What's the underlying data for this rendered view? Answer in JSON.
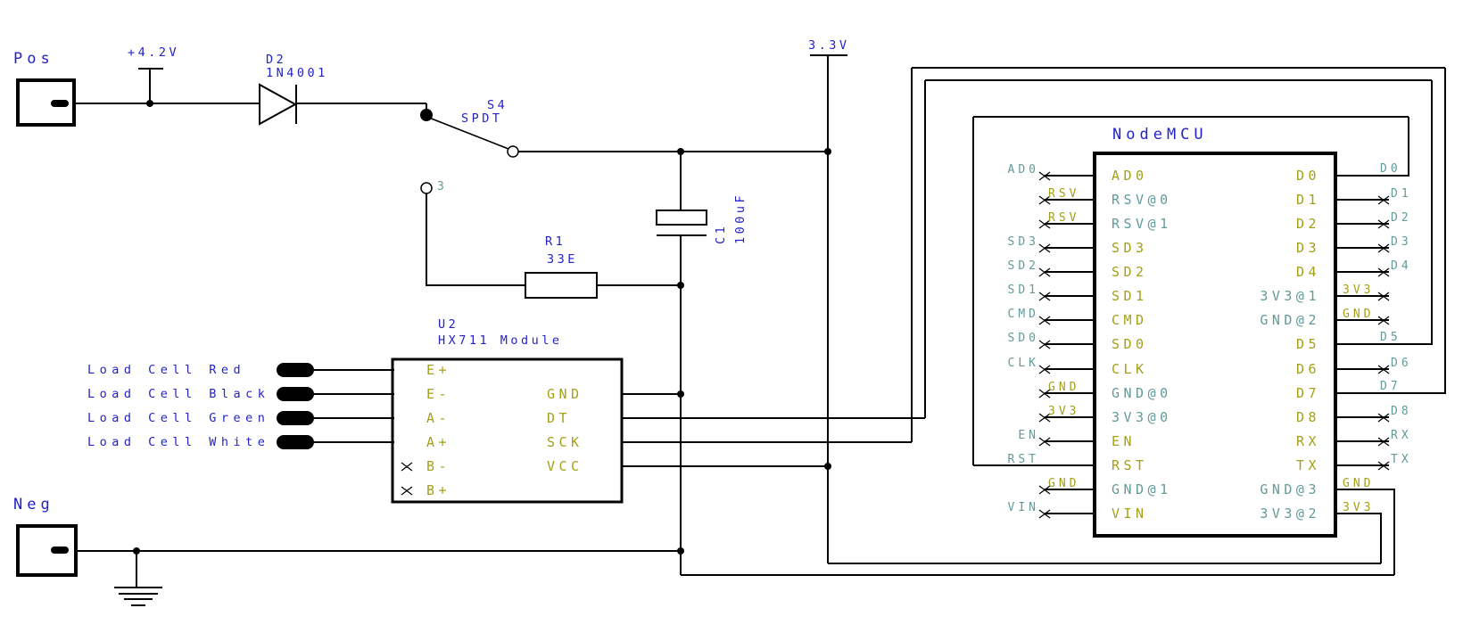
{
  "connectors": {
    "pos": "Pos",
    "neg": "Neg"
  },
  "power": {
    "supply": "+4.2V",
    "rail": "3.3V"
  },
  "components": {
    "d2": {
      "ref": "D2",
      "value": "1N4001"
    },
    "s4": {
      "ref": "S4",
      "value": "SPDT",
      "throw_label": "3"
    },
    "c1": {
      "ref": "C1",
      "value": "100uF"
    },
    "r1": {
      "ref": "R1",
      "value": "33E"
    },
    "u2": {
      "ref": "U2",
      "value": "HX711 Module"
    },
    "nodemcu": {
      "title": "NodeMCU"
    }
  },
  "load_cell_wires": [
    "Load Cell Red",
    "Load Cell Black",
    "Load Cell Green",
    "Load Cell White"
  ],
  "hx711": {
    "left_pins": [
      "E+",
      "E-",
      "A-",
      "A+",
      "B-",
      "B+"
    ],
    "right_pins": [
      "GND",
      "DT",
      "SCK",
      "VCC"
    ]
  },
  "nodemcu": {
    "left_pins": [
      {
        "name": "AD0",
        "net": "AD0",
        "type": "signal",
        "connected": false
      },
      {
        "name": "RSV@0",
        "net": "RSV",
        "type": "special",
        "connected": false
      },
      {
        "name": "RSV@1",
        "net": "RSV",
        "type": "special",
        "connected": false
      },
      {
        "name": "SD3",
        "net": "SD3",
        "type": "signal",
        "connected": false
      },
      {
        "name": "SD2",
        "net": "SD2",
        "type": "signal",
        "connected": false
      },
      {
        "name": "SD1",
        "net": "SD1",
        "type": "signal",
        "connected": false
      },
      {
        "name": "CMD",
        "net": "CMD",
        "type": "signal",
        "connected": false
      },
      {
        "name": "SD0",
        "net": "SD0",
        "type": "signal",
        "connected": false
      },
      {
        "name": "CLK",
        "net": "CLK",
        "type": "signal",
        "connected": false
      },
      {
        "name": "GND@0",
        "net": "GND",
        "type": "special",
        "connected": false
      },
      {
        "name": "3V3@0",
        "net": "3V3",
        "type": "special",
        "connected": false
      },
      {
        "name": "EN",
        "net": "EN",
        "type": "signal",
        "connected": false
      },
      {
        "name": "RST",
        "net": "RST",
        "type": "signal",
        "connected": true
      },
      {
        "name": "GND@1",
        "net": "GND",
        "type": "special",
        "connected": false
      },
      {
        "name": "VIN",
        "net": "VIN",
        "type": "signal",
        "connected": false
      }
    ],
    "right_pins": [
      {
        "name": "D0",
        "net": "D0",
        "type": "signal",
        "connected": true
      },
      {
        "name": "D1",
        "net": "D1",
        "type": "signal",
        "connected": false
      },
      {
        "name": "D2",
        "net": "D2",
        "type": "signal",
        "connected": false
      },
      {
        "name": "D3",
        "net": "D3",
        "type": "signal",
        "connected": false
      },
      {
        "name": "D4",
        "net": "D4",
        "type": "signal",
        "connected": false
      },
      {
        "name": "3V3@1",
        "net": "3V3",
        "type": "special",
        "connected": false
      },
      {
        "name": "GND@2",
        "net": "GND",
        "type": "special",
        "connected": false
      },
      {
        "name": "D5",
        "net": "D5",
        "type": "signal",
        "connected": true
      },
      {
        "name": "D6",
        "net": "D6",
        "type": "signal",
        "connected": false
      },
      {
        "name": "D7",
        "net": "D7",
        "type": "signal",
        "connected": true
      },
      {
        "name": "D8",
        "net": "D8",
        "type": "signal",
        "connected": false
      },
      {
        "name": "RX",
        "net": "RX",
        "type": "signal",
        "connected": false
      },
      {
        "name": "TX",
        "net": "TX",
        "type": "signal",
        "connected": false
      },
      {
        "name": "GND@3",
        "net": "GND",
        "type": "special",
        "connected": true
      },
      {
        "name": "3V3@2",
        "net": "3V3",
        "type": "special",
        "connected": true
      }
    ]
  },
  "colors": {
    "wire": "#000000",
    "label_blue": "#2323c8",
    "pin_olive": "#a4a019",
    "net_teal": "#639a9a"
  }
}
